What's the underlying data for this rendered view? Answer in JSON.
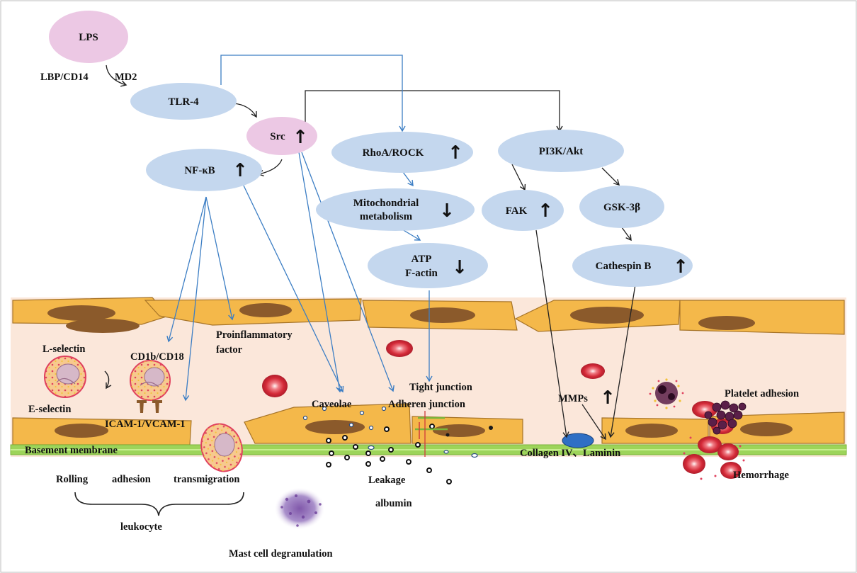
{
  "colors": {
    "ellipse_blue": "#c4d7ee",
    "ellipse_pink": "#ecc8e4",
    "endothelium_band": "#fbe7da",
    "cell_fill": "#f4b84a",
    "cell_stroke": "#a77428",
    "nucleus": "#8b5a2b",
    "membrane": "#9dd45a",
    "blue_arrow": "#3c7ec4",
    "black_arrow": "#222222",
    "rbc": "#d8303c",
    "platelet": "#5a1f48"
  },
  "nodes": {
    "lps": "LPS",
    "tlr4": "TLR-4",
    "src": "Src",
    "nfkb": "NF-κB",
    "rhoa": "RhoA/ROCK",
    "mito_line1": "Mitochondrial",
    "mito_line2": "metabolism",
    "atp_line1": "ATP",
    "atp_line2": "F-actin",
    "pi3k": "PI3K/Akt",
    "fak": "FAK",
    "gsk": "GSK-3β",
    "cathepsin": "Cathespin B"
  },
  "labels": {
    "lbp_cd14": "LBP/CD14",
    "md2": "MD2",
    "proinflam_line1": "Proinflammatory",
    "proinflam_line2": "factor",
    "l_selectin": "L-selectin",
    "e_selectin": "E-selectin",
    "cd1b": "CD1b/CD18",
    "icam": "ICAM-1/VCAM-1",
    "caveolae": "Caveolae",
    "tight": "Tight junction",
    "adheren": "Adheren junction",
    "mmps": "MMPs",
    "platelet": "Platelet adhesion",
    "basement": "Basement membrane",
    "collagen": "Collagen IV、Laminin",
    "hemorrhage": "Hemorrhage",
    "rolling": "Rolling",
    "adhesion": "adhesion",
    "transmigration": "transmigration",
    "leukocyte": "leukocyte",
    "leakage": "Leakage",
    "albumin": "albumin",
    "mast": "Mast cell degranulation"
  },
  "indicators": {
    "up": "↑",
    "down": "↓"
  }
}
